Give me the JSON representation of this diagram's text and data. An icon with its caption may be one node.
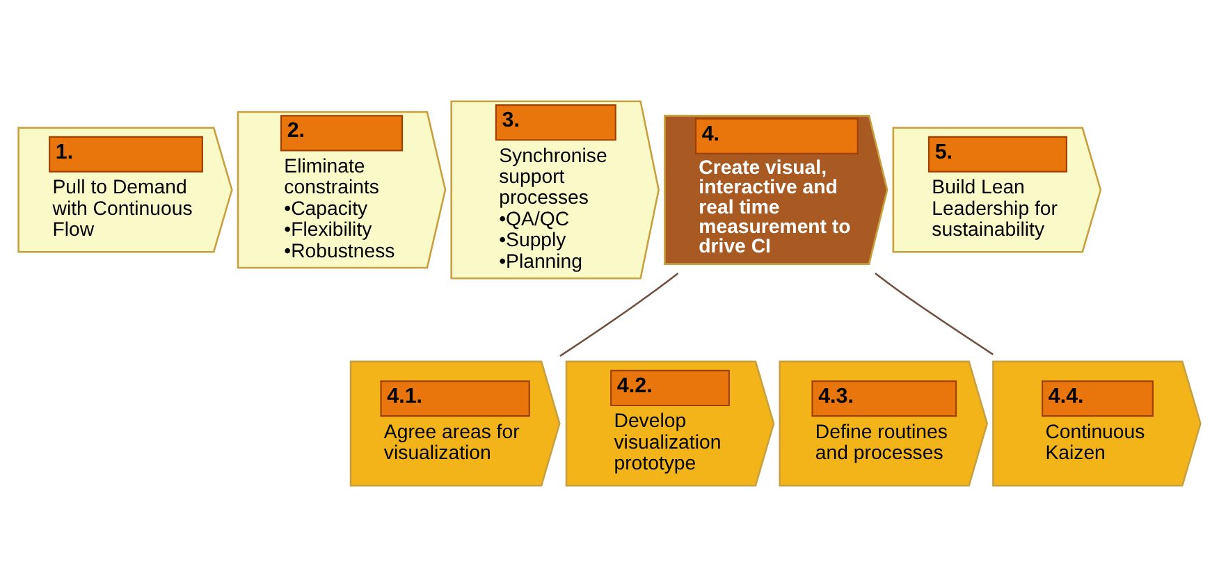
{
  "diagram": {
    "nodes": [
      {
        "text": [
          "1.",
          "Pull to Demand with Continuous Flow"
        ]
      },
      {
        "text": [
          "2.",
          "Eliminate constraints •Capacity •Flexibility •Robustness"
        ]
      },
      {
        "text": [
          "3.",
          "Synchronise support processes •QA/QC •Supply •Planning"
        ]
      },
      {
        "text": [
          "4.",
          "Create visual, interactive and real time measurement to drive CI"
        ]
      },
      {
        "text": [
          "5.",
          "Build Lean Leadership for sustainability"
        ]
      },
      {
        "text": [
          "4.1.",
          "Agree areas for visualization"
        ]
      },
      {
        "text": [
          "4.2.",
          "Develop visualization prototype"
        ]
      },
      {
        "text": [
          "4.3.",
          "Define routines and processes"
        ]
      },
      {
        "text": [
          "4.4.",
          "Continuous Kaizen"
        ]
      }
    ],
    "edges": [
      {
        "from": 3,
        "to": 5,
        "arrow": "none"
      },
      {
        "from": 3,
        "to": 8,
        "arrow": "none"
      }
    ]
  }
}
